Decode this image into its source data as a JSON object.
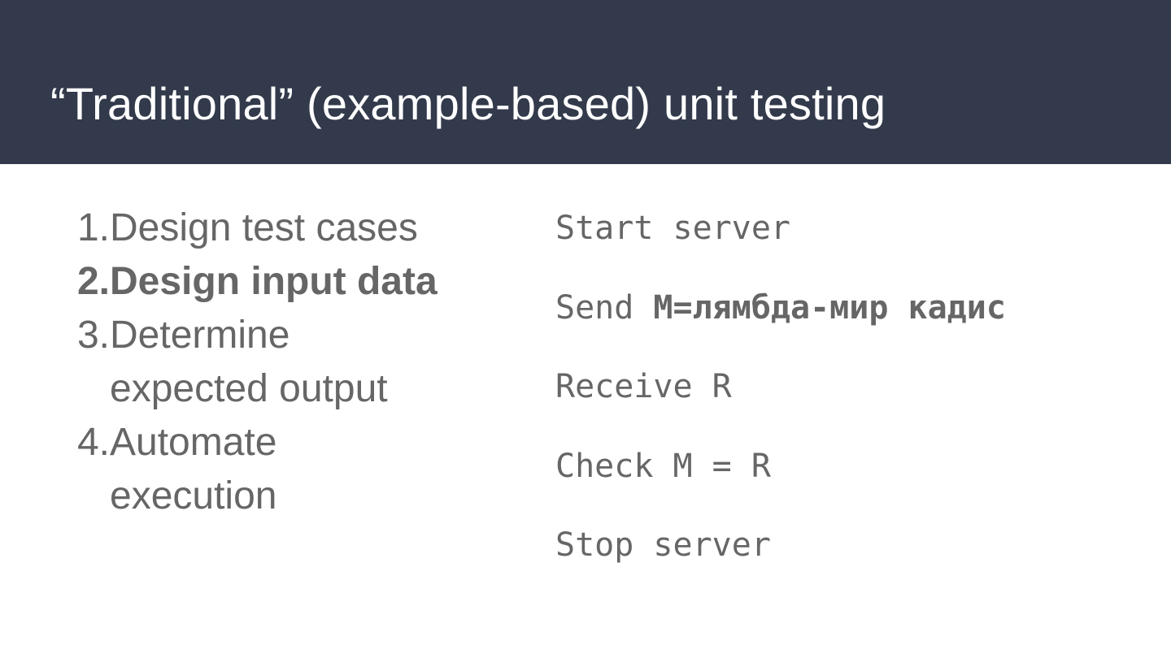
{
  "slide": {
    "title": "“Traditional” (example-based) unit testing"
  },
  "steps": [
    {
      "number": "1.",
      "text": "Design test cases",
      "active": false
    },
    {
      "number": "2.",
      "text": "Design input data",
      "active": true
    },
    {
      "number": "3.",
      "text": "Determine expected output",
      "active": false
    },
    {
      "number": "4.",
      "text": "Automate execution",
      "active": false
    }
  ],
  "code": {
    "line1": "Start server",
    "line2_prefix": "Send ",
    "line2_value": "M=лямбда-мир кадис",
    "line3": "Receive R",
    "line4": "Check M = R",
    "line5": "Stop server"
  },
  "colors": {
    "header_bg": "#323a4b",
    "title_text": "#ffffff",
    "body_text": "#666666",
    "slide_bg": "#ffffff"
  }
}
